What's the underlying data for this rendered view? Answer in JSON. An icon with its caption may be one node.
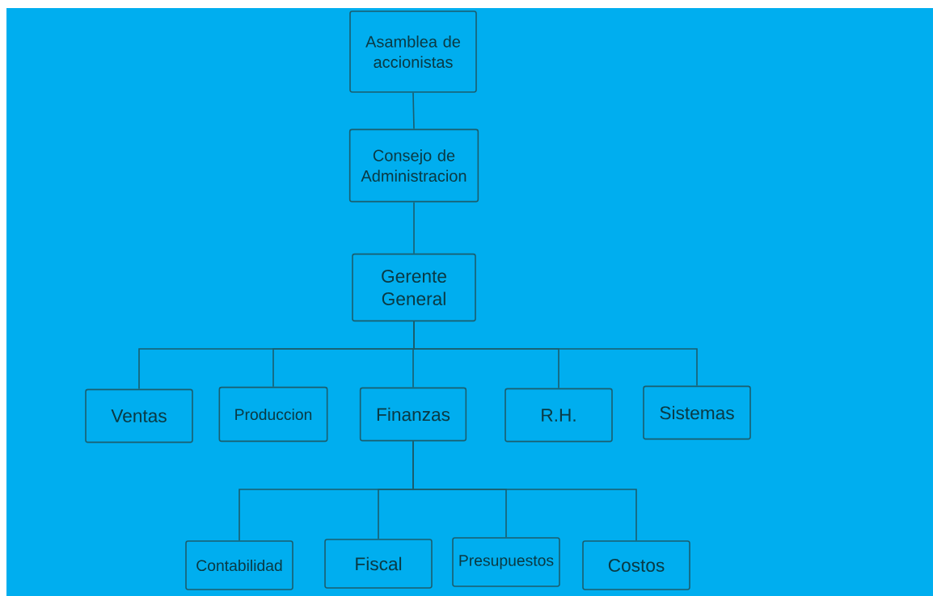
{
  "diagram": {
    "nodes": [
      {
        "text": [
          "Asamblea de accionistas"
        ]
      },
      {
        "text": [
          "Consejo de Administracion"
        ]
      },
      {
        "text": [
          "Gerente General"
        ]
      },
      {
        "text": [
          "Ventas"
        ]
      },
      {
        "text": [
          "Produccion"
        ]
      },
      {
        "text": [
          "Finanzas"
        ]
      },
      {
        "text": [
          "R.H."
        ]
      },
      {
        "text": [
          "Sistemas"
        ]
      },
      {
        "text": [
          "Contabilidad"
        ]
      },
      {
        "text": [
          "Fiscal"
        ]
      },
      {
        "text": [
          "Presupuestos"
        ]
      },
      {
        "text": [
          "Costos"
        ]
      }
    ],
    "edges": [
      {
        "from": 0,
        "to": 1,
        "arrow": "none"
      },
      {
        "from": 1,
        "to": 2,
        "arrow": "none"
      },
      {
        "from": 2,
        "to": 3,
        "arrow": "none"
      },
      {
        "from": 2,
        "to": 4,
        "arrow": "none"
      },
      {
        "from": 2,
        "to": 5,
        "arrow": "none"
      },
      {
        "from": 2,
        "to": 6,
        "arrow": "none"
      },
      {
        "from": 2,
        "to": 7,
        "arrow": "none"
      },
      {
        "from": 5,
        "to": 8,
        "arrow": "none"
      },
      {
        "from": 5,
        "to": 9,
        "arrow": "none"
      },
      {
        "from": 5,
        "to": 10,
        "arrow": "none"
      },
      {
        "from": 5,
        "to": 11,
        "arrow": "none"
      }
    ]
  }
}
